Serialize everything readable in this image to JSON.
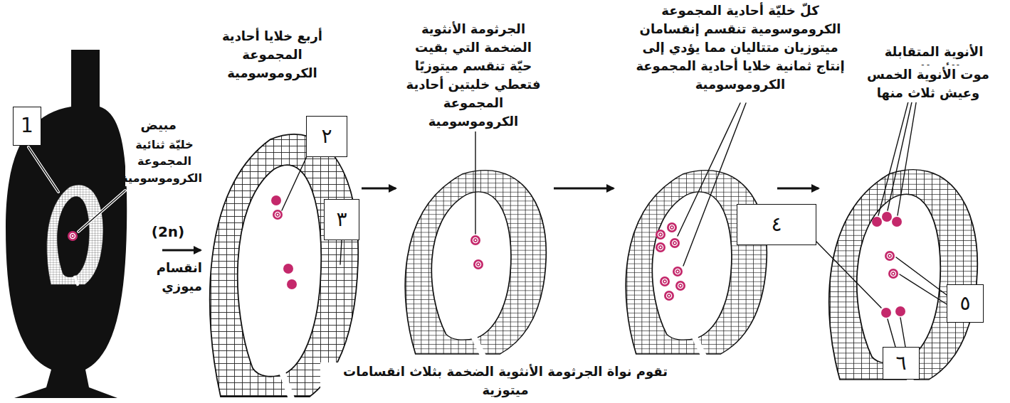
{
  "diagram": {
    "nodes": [
      {
        "text": [
          "1"
        ]
      },
      {
        "text": [
          "٢"
        ]
      },
      {
        "text": [
          "٣"
        ]
      },
      {
        "text": [
          "٤"
        ]
      },
      {
        "text": [
          "٥"
        ]
      },
      {
        "text": [
          "٦"
        ]
      }
    ],
    "labels": [
      "أربع خلايا أحادية المجموعة الكروموسومية",
      "الجرثومة الأنثوية الضخمة التي بقيت حيّة تنقسم ميتوزيًا فتعطي خليتين أحادية المجموعة الكروموسومية",
      "كلّ خليّة أحادية المجموعة الكروموسومية تنقسم إنقسامان ميتوزيان متتاليان مما يؤدي إلى إنتاج ثمانية خلايا أحادية المجموعة الكروموسومية",
      "الأنوية المتقابلة الأقطاب",
      "موت الأنوية الخمس وعيش ثلاث منها",
      "مبيض",
      "خليّة ثنائية المجموعة الكروموسومية",
      "(2n)",
      "انقسام ميوزي",
      "تقوم نواة الجرثومة الأنثوية الضخمة بثلاث انقسامات ميتوزية"
    ]
  }
}
